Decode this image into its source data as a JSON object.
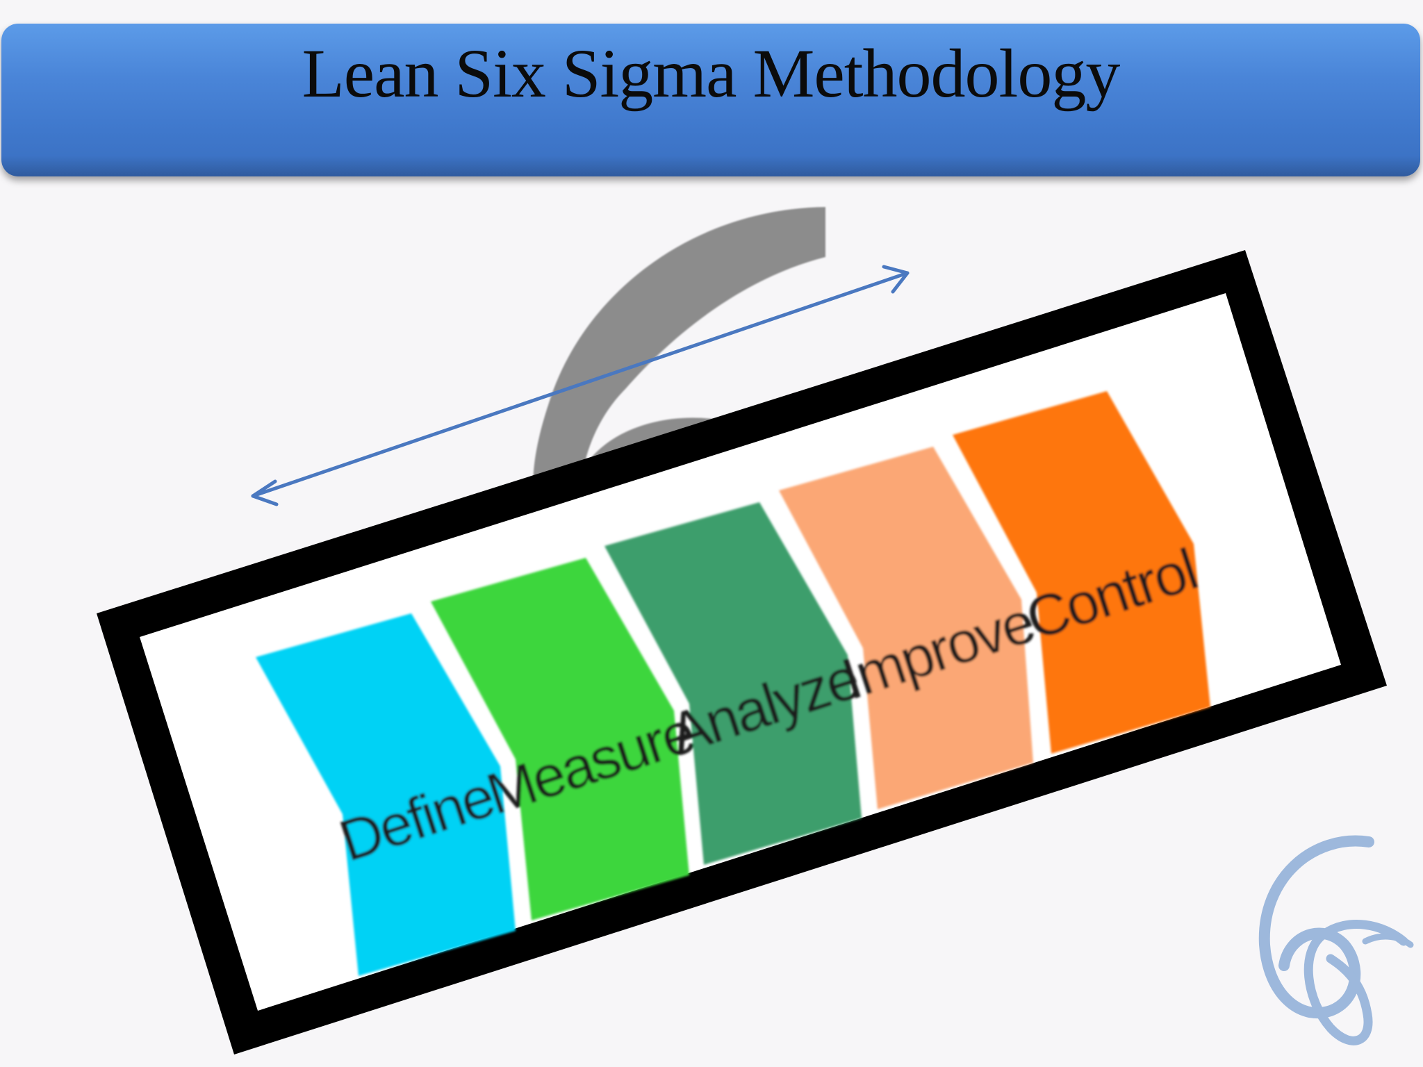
{
  "title": "Lean Six Sigma Methodology",
  "stages": [
    {
      "label": "Define",
      "color": "#00d2f5"
    },
    {
      "label": "Measure",
      "color": "#3ed63e"
    },
    {
      "label": "Analyze",
      "color": "#3c9e6c"
    },
    {
      "label": "Improve",
      "color": "#fba775"
    },
    {
      "label": "Control",
      "color": "#fe760e"
    }
  ],
  "colors": {
    "banner": "#4a85d8",
    "frame": "#000000",
    "arrow": "#4a78c0",
    "six_mark": "#8c8c8c",
    "logo": "#9db8dc"
  },
  "icons": {
    "background_mark": "six-numeral-icon",
    "corner_logo": "six-sigma-logo-icon",
    "arrow": "double-headed-arrow-icon"
  }
}
